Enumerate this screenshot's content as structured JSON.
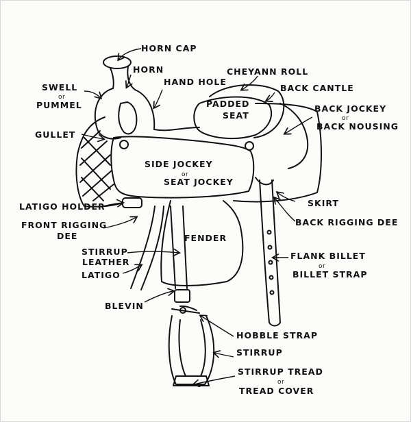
{
  "labels": {
    "horn_cap": "HORN CAP",
    "horn": "HORN",
    "hand_hole": "HAND HOLE",
    "cheyann_roll": "CHEYANN ROLL",
    "back_cantle": "BACK CANTLE",
    "swell": "SWELL",
    "swell_or": "or",
    "pummel": "PUMMEL",
    "padded_seat_1": "PADDED",
    "padded_seat_2": "SEAT",
    "back_jockey": "BACK JOCKEY",
    "back_jockey_or": "or",
    "back_nousing": "BACK NOUSING",
    "gullet": "GULLET",
    "side_jockey": "SIDE JOCKEY",
    "side_jockey_or": "or",
    "seat_jockey": "SEAT JOCKEY",
    "latigo_holder": "LATIGO HOLDER",
    "skirt": "SKIRT",
    "front_rigging": "FRONT RIGGING",
    "front_rigging_dee": "DEE",
    "back_rigging_dee": "BACK RIGGING DEE",
    "fender": "FENDER",
    "stirrup_leather_1": "STIRRUP",
    "stirrup_leather_2": "LEATHER",
    "flank_billet": "FLANK BILLET",
    "flank_billet_or": "or",
    "billet_strap": "BILLET STRAP",
    "latigo": "LATIGO",
    "blevin": "BLEVIN",
    "hobble_strap": "HOBBLE STRAP",
    "stirrup": "STIRRUP",
    "stirrup_tread": "STIRRUP TREAD",
    "stirrup_tread_or": "or",
    "tread_cover": "TREAD COVER"
  },
  "colors": {
    "ink": "#111111",
    "paper": "#fcfcfa"
  }
}
